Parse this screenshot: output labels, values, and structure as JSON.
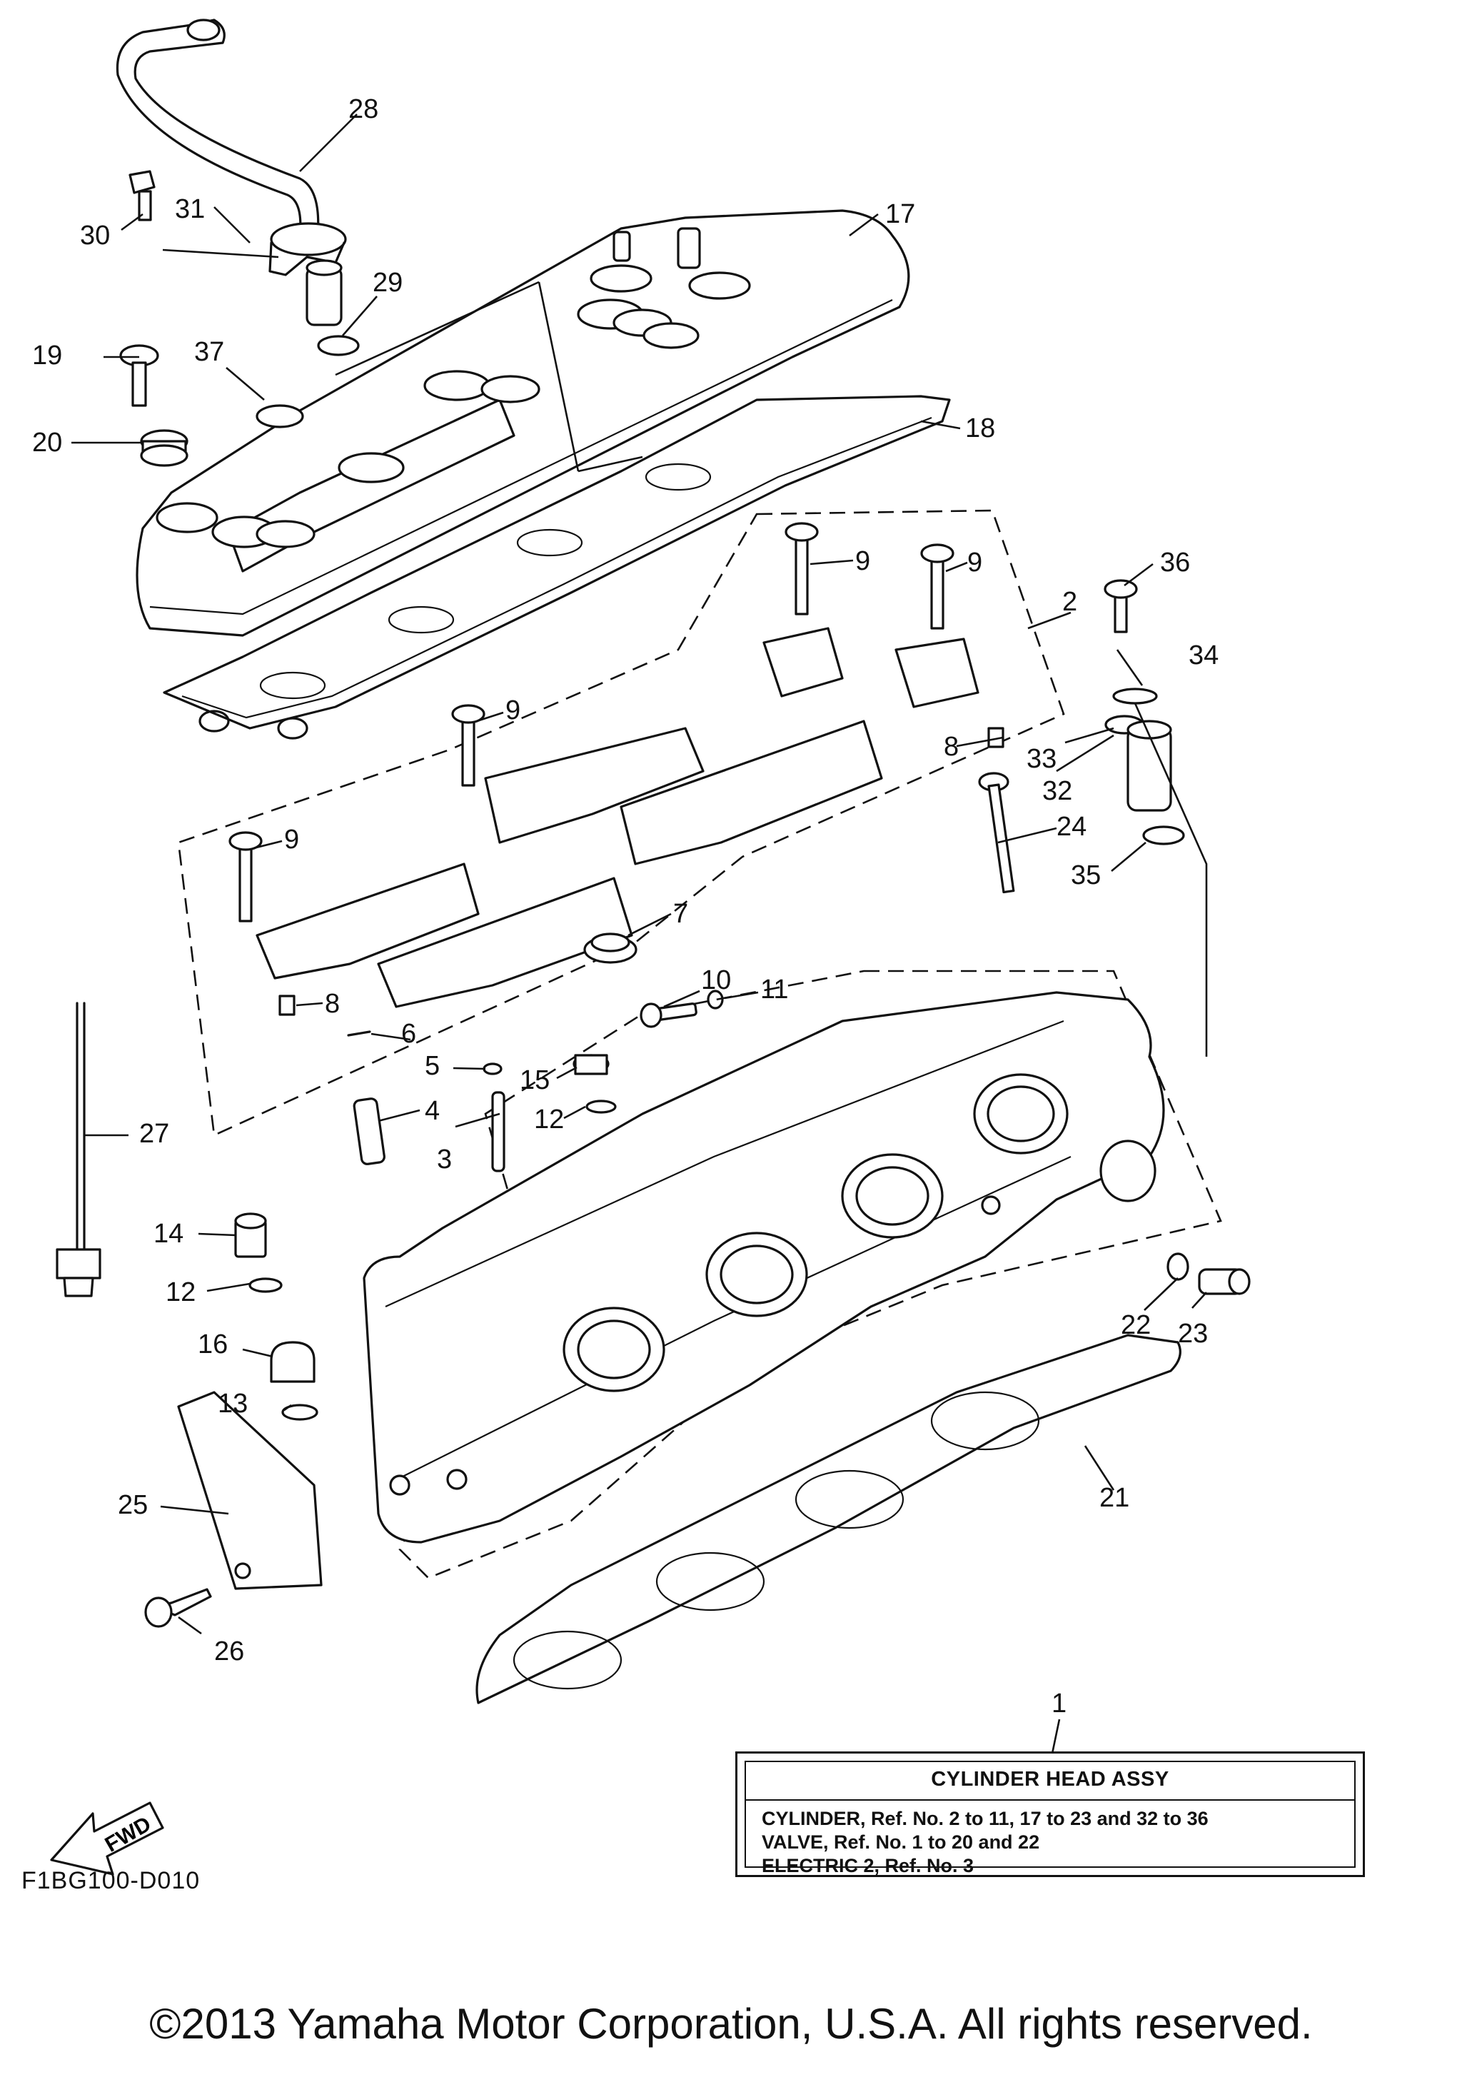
{
  "title_box": {
    "title": "CYLINDER HEAD ASSY",
    "lines": [
      "CYLINDER, Ref. No. 2 to 11, 17 to 23 and 32 to 36",
      "VALVE, Ref. No. 1 to 20 and 22",
      "ELECTRIC 2,  Ref. No. 3"
    ]
  },
  "direction_label": "FWD",
  "diagram_code": "F1BG100-D010",
  "copyright": "©2013 Yamaha Motor Corporation, U.S.A. All rights reserved.",
  "callouts": [
    "1",
    "2",
    "3",
    "4",
    "5",
    "6",
    "7",
    "8",
    "8",
    "9",
    "9",
    "9",
    "9",
    "10",
    "11",
    "12",
    "12",
    "13",
    "14",
    "15",
    "16",
    "17",
    "18",
    "19",
    "20",
    "21",
    "22",
    "23",
    "24",
    "25",
    "26",
    "27",
    "28",
    "29",
    "30",
    "31",
    "32",
    "33",
    "34",
    "35",
    "36",
    "37"
  ],
  "colors": {
    "ink": "#111111",
    "background": "#ffffff"
  }
}
